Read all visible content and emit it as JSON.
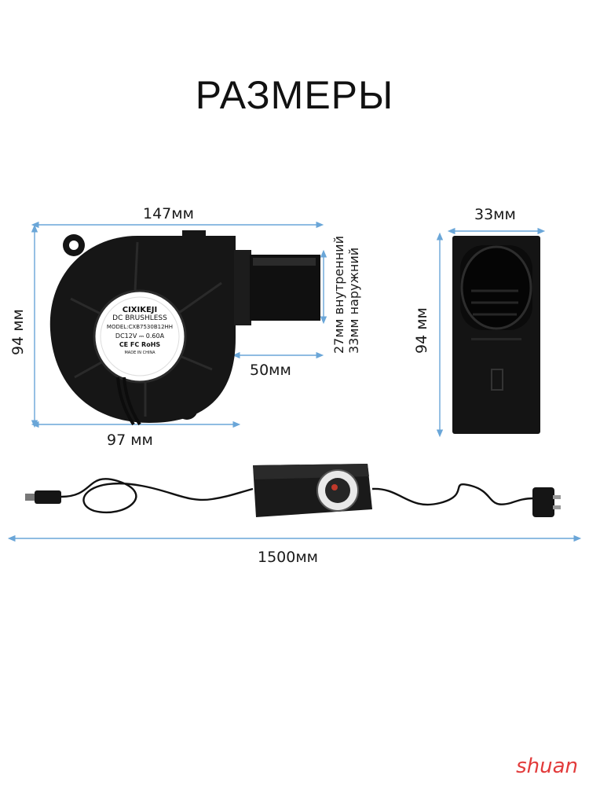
{
  "title": "РАЗМЕРЫ",
  "dimensions": {
    "width_top": "147мм",
    "height_left": "94 мм",
    "inner_outer_line1": "27мм внутренний",
    "inner_outer_line2": "33мм наружний",
    "outlet_length": "50мм",
    "body_width": "97 мм",
    "side_depth": "33мм",
    "side_height": "94 мм",
    "cable_length": "1500мм"
  },
  "label_plate": {
    "brand": "CIXIKEJI",
    "line1": "DC BRUSHLESS",
    "line2": "MODEL:CXB7530B12HH",
    "line3": "DC12V ⎓ 0.60A",
    "cert": "CE  FC  RoHS",
    "made": "MADE IN CHINA"
  },
  "watermark": "shuan",
  "colors": {
    "dimension_line": "#6aa6d8",
    "device": "#141414"
  }
}
